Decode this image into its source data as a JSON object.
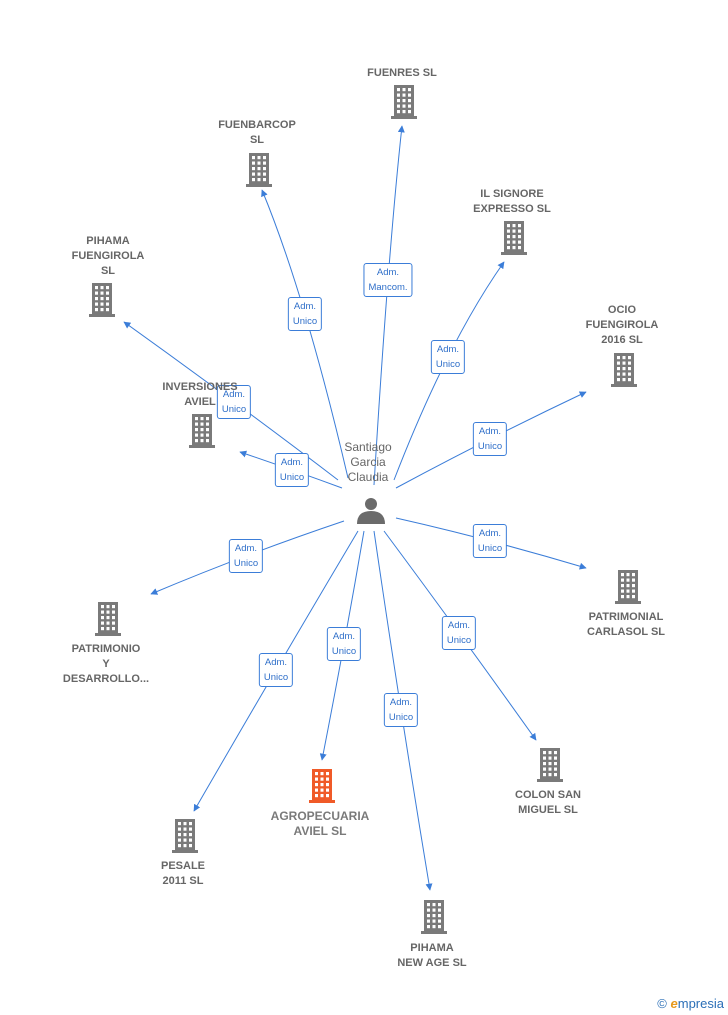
{
  "center": {
    "name": "Santiago\nGarcia\nClaudia",
    "icon": "person-icon"
  },
  "nodes": [
    {
      "id": "fuenres",
      "label": "FUENRES  SL"
    },
    {
      "id": "fuenbarcop",
      "label": "FUENBARCOP\nSL"
    },
    {
      "id": "ilsignore",
      "label": "IL SIGNORE\nEXPRESSO  SL"
    },
    {
      "id": "pihama_fuengirola",
      "label": "PIHAMA\nFUENGIROLA\nSL"
    },
    {
      "id": "ocio",
      "label": "OCIO\nFUENGIROLA\n2016  SL"
    },
    {
      "id": "inversiones",
      "label": "INVERSIONES\nAVIEL"
    },
    {
      "id": "patrimonial",
      "label": "PATRIMONIAL\nCARLASOL  SL"
    },
    {
      "id": "patrimonio",
      "label": "PATRIMONIO\nY\nDESARROLLO..."
    },
    {
      "id": "colon",
      "label": "COLON SAN\nMIGUEL SL"
    },
    {
      "id": "agropecuaria",
      "label": "AGROPECUARIA\nAVIEL  SL",
      "focus": true
    },
    {
      "id": "pesale",
      "label": "PESALE\n2011 SL"
    },
    {
      "id": "pihama_newage",
      "label": "PIHAMA\nNEW AGE  SL"
    }
  ],
  "relations": [
    {
      "to": "fuenres",
      "label": "Adm.\nMancom."
    },
    {
      "to": "fuenbarcop",
      "label": "Adm.\nUnico"
    },
    {
      "to": "ilsignore",
      "label": "Adm.\nUnico"
    },
    {
      "to": "pihama_fuengirola",
      "label": "Adm.\nUnico"
    },
    {
      "to": "inversiones",
      "label": "Adm.\nUnico"
    },
    {
      "to": "ocio",
      "label": "Adm.\nUnico"
    },
    {
      "to": "patrimonial",
      "label": "Adm.\nUnico"
    },
    {
      "to": "patrimonio",
      "label": "Adm.\nUnico"
    },
    {
      "to": "colon",
      "label": "Adm.\nUnico"
    },
    {
      "to": "agropecuaria",
      "label": "Adm.\nUnico"
    },
    {
      "to": "pesale",
      "label": "Adm.\nUnico"
    },
    {
      "to": "pihama_newage",
      "label": "Adm.\nUnico"
    }
  ],
  "colors": {
    "edge": "#3b7dd8",
    "building": "#7a7a7a",
    "building_focus": "#f05a28",
    "person": "#6b6b6b"
  },
  "footer": {
    "copyright": "©",
    "brand_e": "e",
    "brand_rest": "mpresia"
  }
}
